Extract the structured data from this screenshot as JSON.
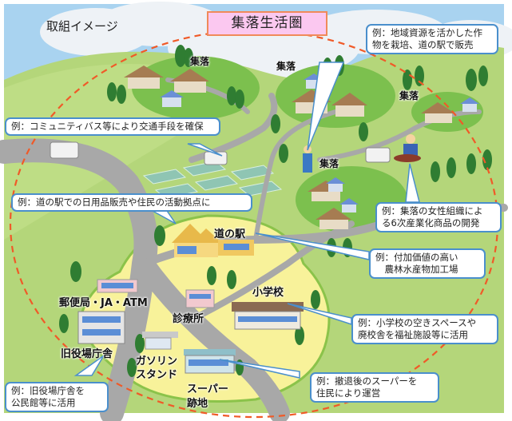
{
  "heading": "取組イメージ",
  "title": "集落生活圏",
  "colors": {
    "sky": "#a9d3f0",
    "grass": "#b4d67a",
    "village_green": "#7cc04e",
    "center_area": "#f8f29a",
    "road": "#a8a8a8",
    "boundary_dash": "#f05a28",
    "callout_border": "#4a8fcc",
    "title_fill": "#fbc8f0",
    "title_border": "#f08a5a"
  },
  "villages": [
    {
      "label": "集落"
    },
    {
      "label": "集落"
    },
    {
      "label": "集落"
    },
    {
      "label": "集落"
    }
  ],
  "facilities": {
    "michi_no_eki": "道の駅",
    "post_office": "郵便局・JA・ATM",
    "clinic": "診療所",
    "school": "小学校",
    "old_town_hall": "旧役場庁舎",
    "gas_station_line1": "ガソリン",
    "gas_station_line2": "スタンド",
    "supermarket_line1": "スーパー",
    "supermarket_line2": "跡地"
  },
  "callouts": {
    "crops": {
      "line1": "例：地域資源を活かした作",
      "line2": "物を栽培、道の駅で販売"
    },
    "bus": {
      "line1": "例：コミュニティバス等により交通手段を確保"
    },
    "station_hub": {
      "line1": "例：道の駅での日用品販売や住民の活動拠点に"
    },
    "women_group": {
      "line1": "例：集落の女性組織によ",
      "line2": "る6次産業化商品の開発"
    },
    "processing": {
      "line1": "例：付加価値の高い",
      "line2": "　農林水産物加工場"
    },
    "school_reuse": {
      "line1": "例：小学校の空きスペースや",
      "line2": "廃校舎を福祉施設等に活用"
    },
    "town_hall_reuse": {
      "line1": "例：旧役場庁舎を",
      "line2": "公民館等に活用"
    },
    "supermarket_reuse": {
      "line1": "例：撤退後のスーパーを",
      "line2": "住民により運営"
    }
  }
}
